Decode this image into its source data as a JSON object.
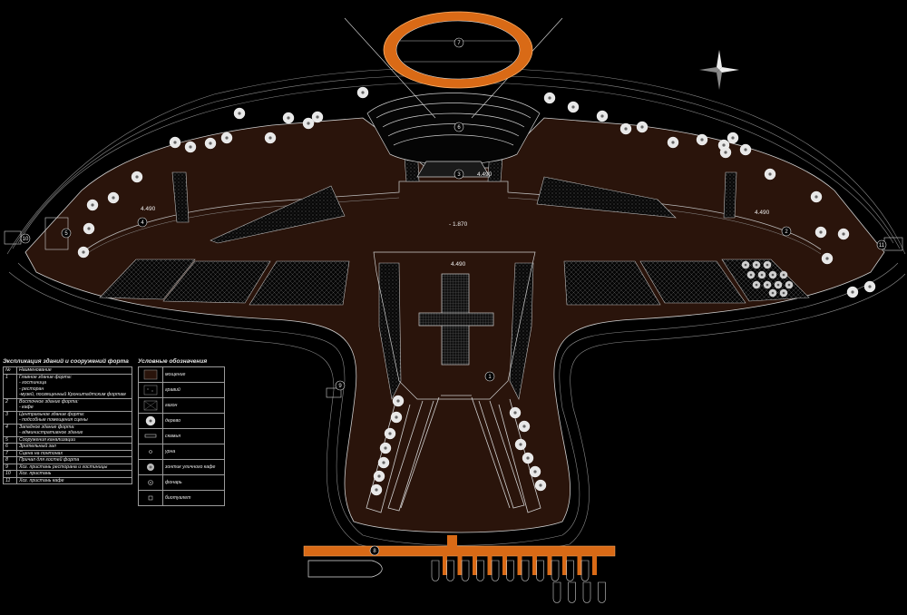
{
  "plan": {
    "levels": {
      "gamma": "4.490",
      "center": "- 1.870",
      "stage": "4.490",
      "west": "4.490",
      "east": "4.490",
      "plaza": "4.490"
    },
    "markers": [
      "1",
      "2",
      "3",
      "4",
      "5",
      "6",
      "7",
      "8",
      "9",
      "10",
      "11"
    ]
  },
  "explication": {
    "title": "Экспликация зданий и сооружений форта",
    "header": {
      "num": "№",
      "name": "Наименование"
    },
    "rows": [
      {
        "num": "1",
        "lines": [
          "Главное здание форта:",
          "- гостиница",
          "- ресторан",
          "-музей, посвященный Кронштадтским фортам"
        ]
      },
      {
        "num": "2",
        "lines": [
          "Восточное здание форта:",
          "- кафе"
        ]
      },
      {
        "num": "3",
        "lines": [
          "Центральное здание форта:",
          "- подсобные помещения сцены"
        ]
      },
      {
        "num": "4",
        "lines": [
          "Западное здание форта:",
          "- административное здание"
        ]
      },
      {
        "num": "5",
        "lines": [
          "Сооружения канализации"
        ]
      },
      {
        "num": "6",
        "lines": [
          "Зрительный зал"
        ]
      },
      {
        "num": "7",
        "lines": [
          "Сцена на понтонах"
        ]
      },
      {
        "num": "8",
        "lines": [
          "Причал для гостей форта"
        ]
      },
      {
        "num": "9",
        "lines": [
          "Хоз. пристань ресторана и гостиницы"
        ]
      },
      {
        "num": "10",
        "lines": [
          "Хоз. пристань"
        ]
      },
      {
        "num": "11",
        "lines": [
          "Хоз. пристань кафе"
        ]
      }
    ]
  },
  "legend": {
    "title": "Условные обозначения",
    "items": [
      {
        "symbol": "paving",
        "label": "мощение"
      },
      {
        "symbol": "gravel",
        "label": "гравий"
      },
      {
        "symbol": "lawn",
        "label": "газон"
      },
      {
        "symbol": "tree",
        "label": "дерево"
      },
      {
        "symbol": "bench",
        "label": "скамья"
      },
      {
        "symbol": "bin",
        "label": "урна"
      },
      {
        "symbol": "umbrella",
        "label": "зонтик уличного кафе"
      },
      {
        "symbol": "lamp",
        "label": "фонарь"
      },
      {
        "symbol": "toilet",
        "label": "биотуалет"
      }
    ]
  },
  "colors": {
    "paving": "#2a140b",
    "pier": "#d96a16",
    "line": "#cfcfcf",
    "background": "#000000"
  }
}
